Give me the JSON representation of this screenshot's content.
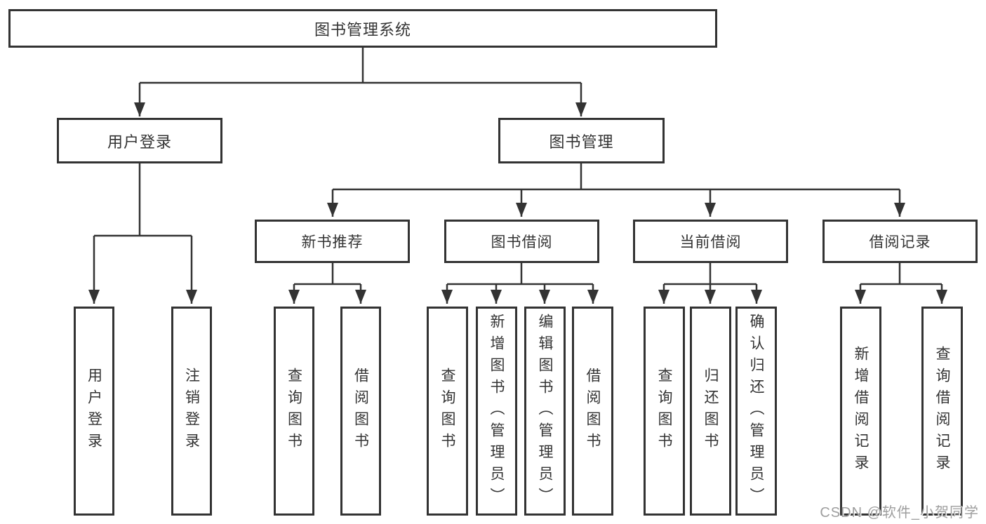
{
  "tree": {
    "root": {
      "label": "图书管理系统"
    },
    "branches": [
      {
        "label": "用户登录",
        "leaves": [
          "用户登录",
          "注销登录"
        ]
      },
      {
        "label": "图书管理",
        "groups": [
          {
            "label": "新书推荐",
            "leaves": [
              "查询图书",
              "借阅图书"
            ]
          },
          {
            "label": "图书借阅",
            "leaves": [
              "查询图书",
              "新增图书（管理员）",
              "编辑图书（管理员）",
              "借阅图书"
            ]
          },
          {
            "label": "当前借阅",
            "leaves": [
              "查询图书",
              "归还图书",
              "确认归还（管理员）"
            ]
          },
          {
            "label": "借阅记录",
            "leaves": [
              "新增借阅记录",
              "查询借阅记录"
            ]
          }
        ]
      }
    ]
  },
  "watermark": "CSDN @软件_小贺同学",
  "colors": {
    "line": "#333333",
    "text": "#333333",
    "watermark": "#9e9e9e",
    "background": "#ffffff"
  }
}
